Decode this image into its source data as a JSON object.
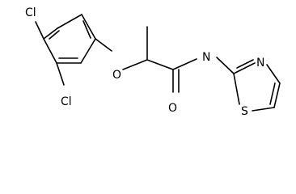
{
  "diagram": {
    "type": "skeletal-structure",
    "atom_labels": {
      "cl_top": "Cl",
      "cl_bottom": "Cl",
      "o_ether": "O",
      "o_carbonyl": "O",
      "n_amide": "N",
      "n_ring": "N",
      "s_ring": "S"
    }
  },
  "colors": {
    "ink": "#000000",
    "background": "#ffffff"
  }
}
